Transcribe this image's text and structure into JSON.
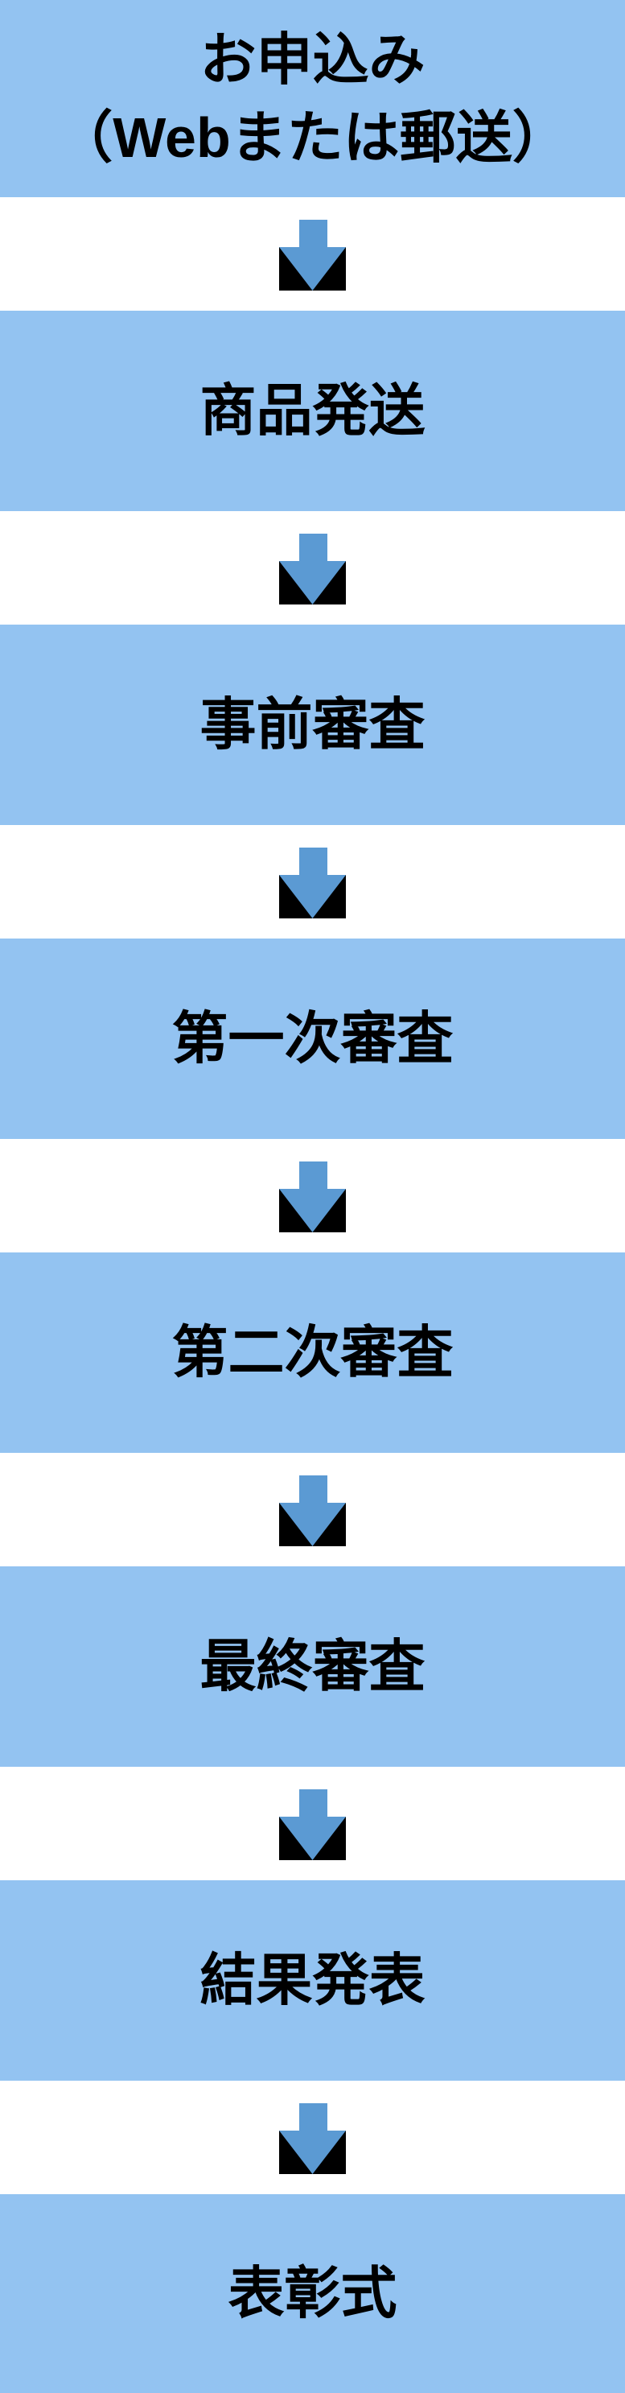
{
  "flow": {
    "type": "vertical-flowchart",
    "direction": "top-to-bottom",
    "step_fill_color": "#93C3F1",
    "step_text_color": "#000000",
    "arrow_fill_color": "#5B9AD3",
    "arrow_shadow_color": "#000000",
    "arrow_icon": "down-arrow",
    "steps": [
      {
        "label": "お申込み（Webまたは郵送）",
        "lines": [
          "お申込み",
          "（Webまたは郵送）"
        ]
      },
      {
        "label": "商品発送",
        "lines": [
          "商品発送"
        ]
      },
      {
        "label": "事前審査",
        "lines": [
          "事前審査"
        ]
      },
      {
        "label": "第一次審査",
        "lines": [
          "第一次審査"
        ]
      },
      {
        "label": "第二次審査",
        "lines": [
          "第二次審査"
        ]
      },
      {
        "label": "最終審査",
        "lines": [
          "最終審査"
        ]
      },
      {
        "label": "結果発表",
        "lines": [
          "結果発表"
        ]
      },
      {
        "label": "表彰式",
        "lines": [
          "表彰式"
        ]
      }
    ]
  }
}
